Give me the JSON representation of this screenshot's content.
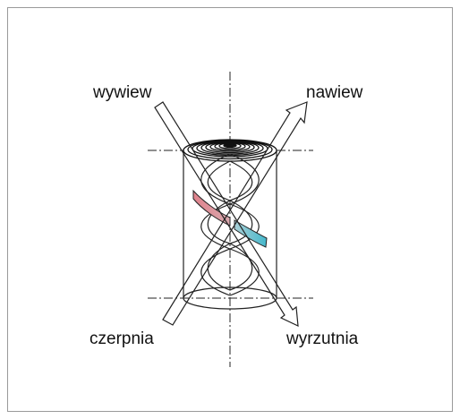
{
  "labels": {
    "exhaust_out": "wywiew",
    "supply_in": "nawiew",
    "fresh_intake": "czerpnia",
    "exhaust_outlet": "wyrzutnia"
  },
  "colors": {
    "line": "#222222",
    "frame": "#9a9a9a",
    "warm_band": "#e0828c",
    "cool_band": "#4dbcd0"
  }
}
